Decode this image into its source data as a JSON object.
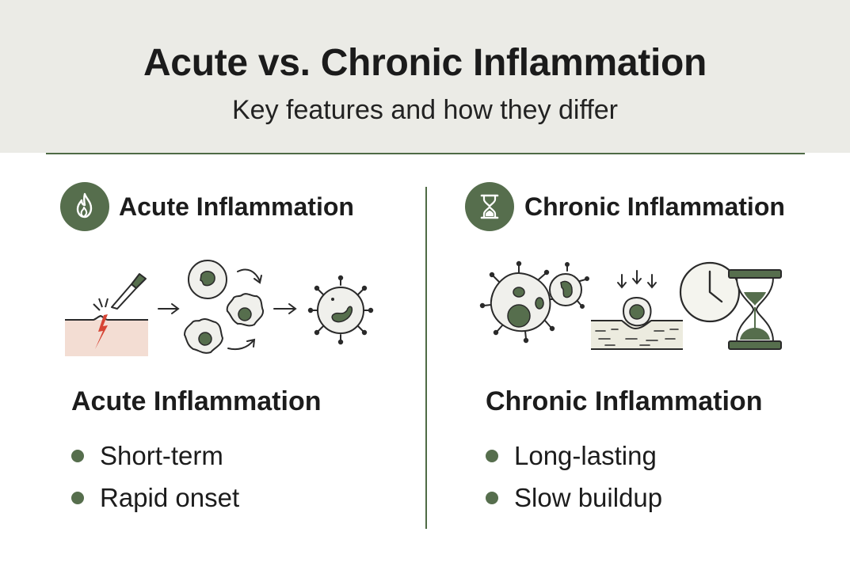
{
  "header": {
    "title": "Acute vs. Chronic Inflammation",
    "subtitle": "Key features and how they differ"
  },
  "columns": [
    {
      "icon": "flame-icon",
      "heading": "Acute Inflammation",
      "section_title": "Acute Inflammation",
      "bullets": [
        "Short-term",
        "Rapid onset"
      ]
    },
    {
      "icon": "hourglass-icon",
      "heading": "Chronic Inflammation",
      "section_title": "Chronic Inflammation",
      "bullets": [
        "Long-lasting",
        "Slow buildup"
      ]
    }
  ],
  "colors": {
    "accent": "#566e4d",
    "header_bg": "#ebebe6",
    "wound_red": "#d64535",
    "skin": "#f3ddd3"
  }
}
